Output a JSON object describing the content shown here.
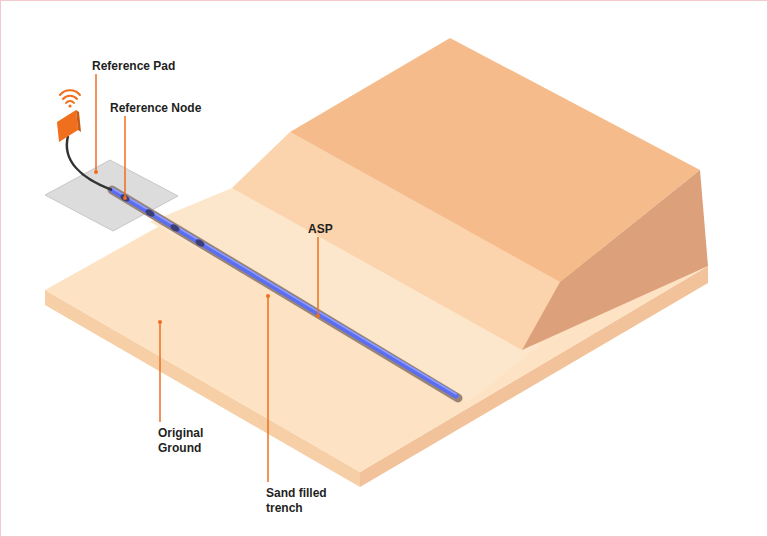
{
  "diagram": {
    "labels": [
      "Reference Pad",
      "Reference Node",
      "ASP",
      "Original Ground",
      "Sand filled trench"
    ]
  }
}
